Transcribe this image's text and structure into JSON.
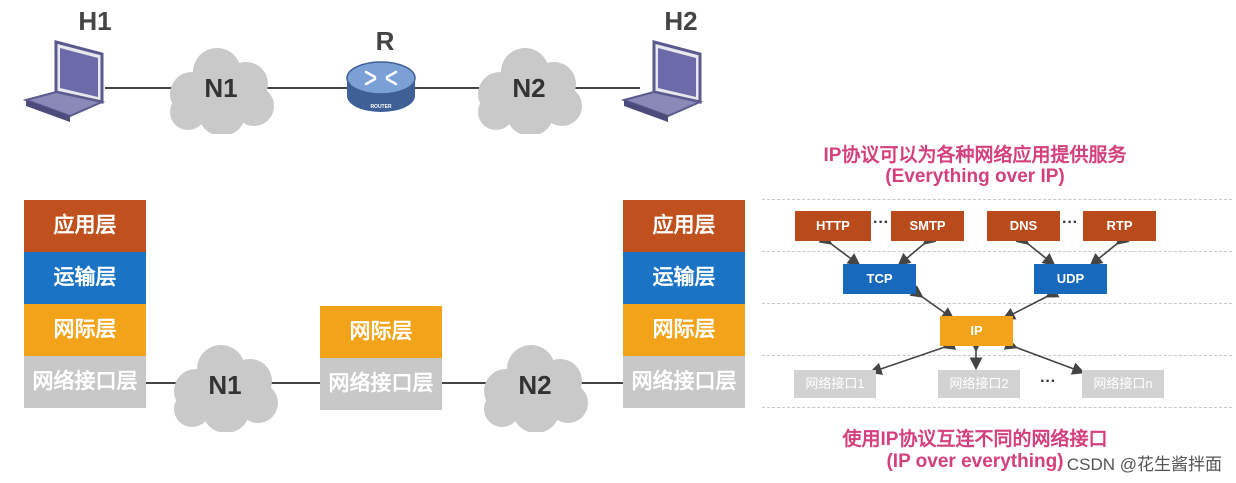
{
  "top": {
    "host1": "H1",
    "host2": "H2",
    "router": "R",
    "router_badge": "ROUTER",
    "net1": "N1",
    "net2": "N2"
  },
  "stacks": {
    "left": [
      "应用层",
      "运输层",
      "网际层",
      "网络接口层"
    ],
    "middle": [
      "网际层",
      "网络接口层"
    ],
    "right": [
      "应用层",
      "运输层",
      "网际层",
      "网络接口层"
    ],
    "net1": "N1",
    "net2": "N2"
  },
  "protocols": {
    "title_line1": "IP协议可以为各种网络应用提供服务",
    "title_line2": "(Everything over IP)",
    "app": [
      "HTTP",
      "SMTP",
      "DNS",
      "RTP"
    ],
    "ellipsis": "···",
    "transport": [
      "TCP",
      "UDP"
    ],
    "network": "IP",
    "interfaces": [
      "网络接口1",
      "网络接口2",
      "网络接口n"
    ],
    "bottom_line1": "使用IP协议互连不同的网络接口",
    "bottom_line2": "(IP over everything)"
  },
  "watermark": "CSDN @花生酱拌面",
  "colors": {
    "application": "#c0501e",
    "transport": "#1a73c5",
    "network": "#f2a31a",
    "interface": "#c8c8c8",
    "caption": "#d43f7d"
  }
}
